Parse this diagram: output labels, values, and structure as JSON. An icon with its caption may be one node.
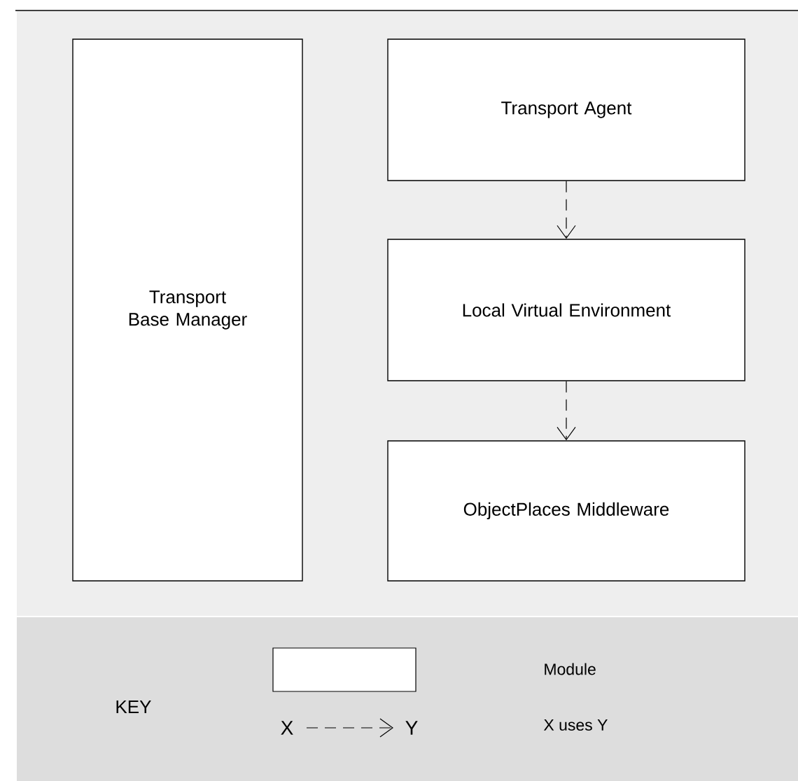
{
  "diagram": {
    "nodes": [
      {
        "text": [
          "Transport Base Manager"
        ]
      },
      {
        "text": [
          "Transport Agent"
        ]
      },
      {
        "text": [
          "Local Virtual Environment"
        ]
      },
      {
        "text": [
          "ObjectPlaces Middleware"
        ]
      },
      {
        "text": [],
        "shape": "box"
      },
      {
        "text": [
          "X"
        ]
      },
      {
        "text": [
          "Y"
        ]
      }
    ],
    "edges": [
      {
        "from": 1,
        "to": 2,
        "arrow": "to",
        "style": "dashed"
      },
      {
        "from": 2,
        "to": 3,
        "arrow": "to",
        "style": "dashed"
      },
      {
        "from": 5,
        "to": 6,
        "arrow": "to",
        "style": "dashed"
      }
    ],
    "labels": [
      "KEY"
    ],
    "legend": [
      {
        "text": "Module"
      },
      {
        "text": "X uses Y"
      }
    ]
  }
}
